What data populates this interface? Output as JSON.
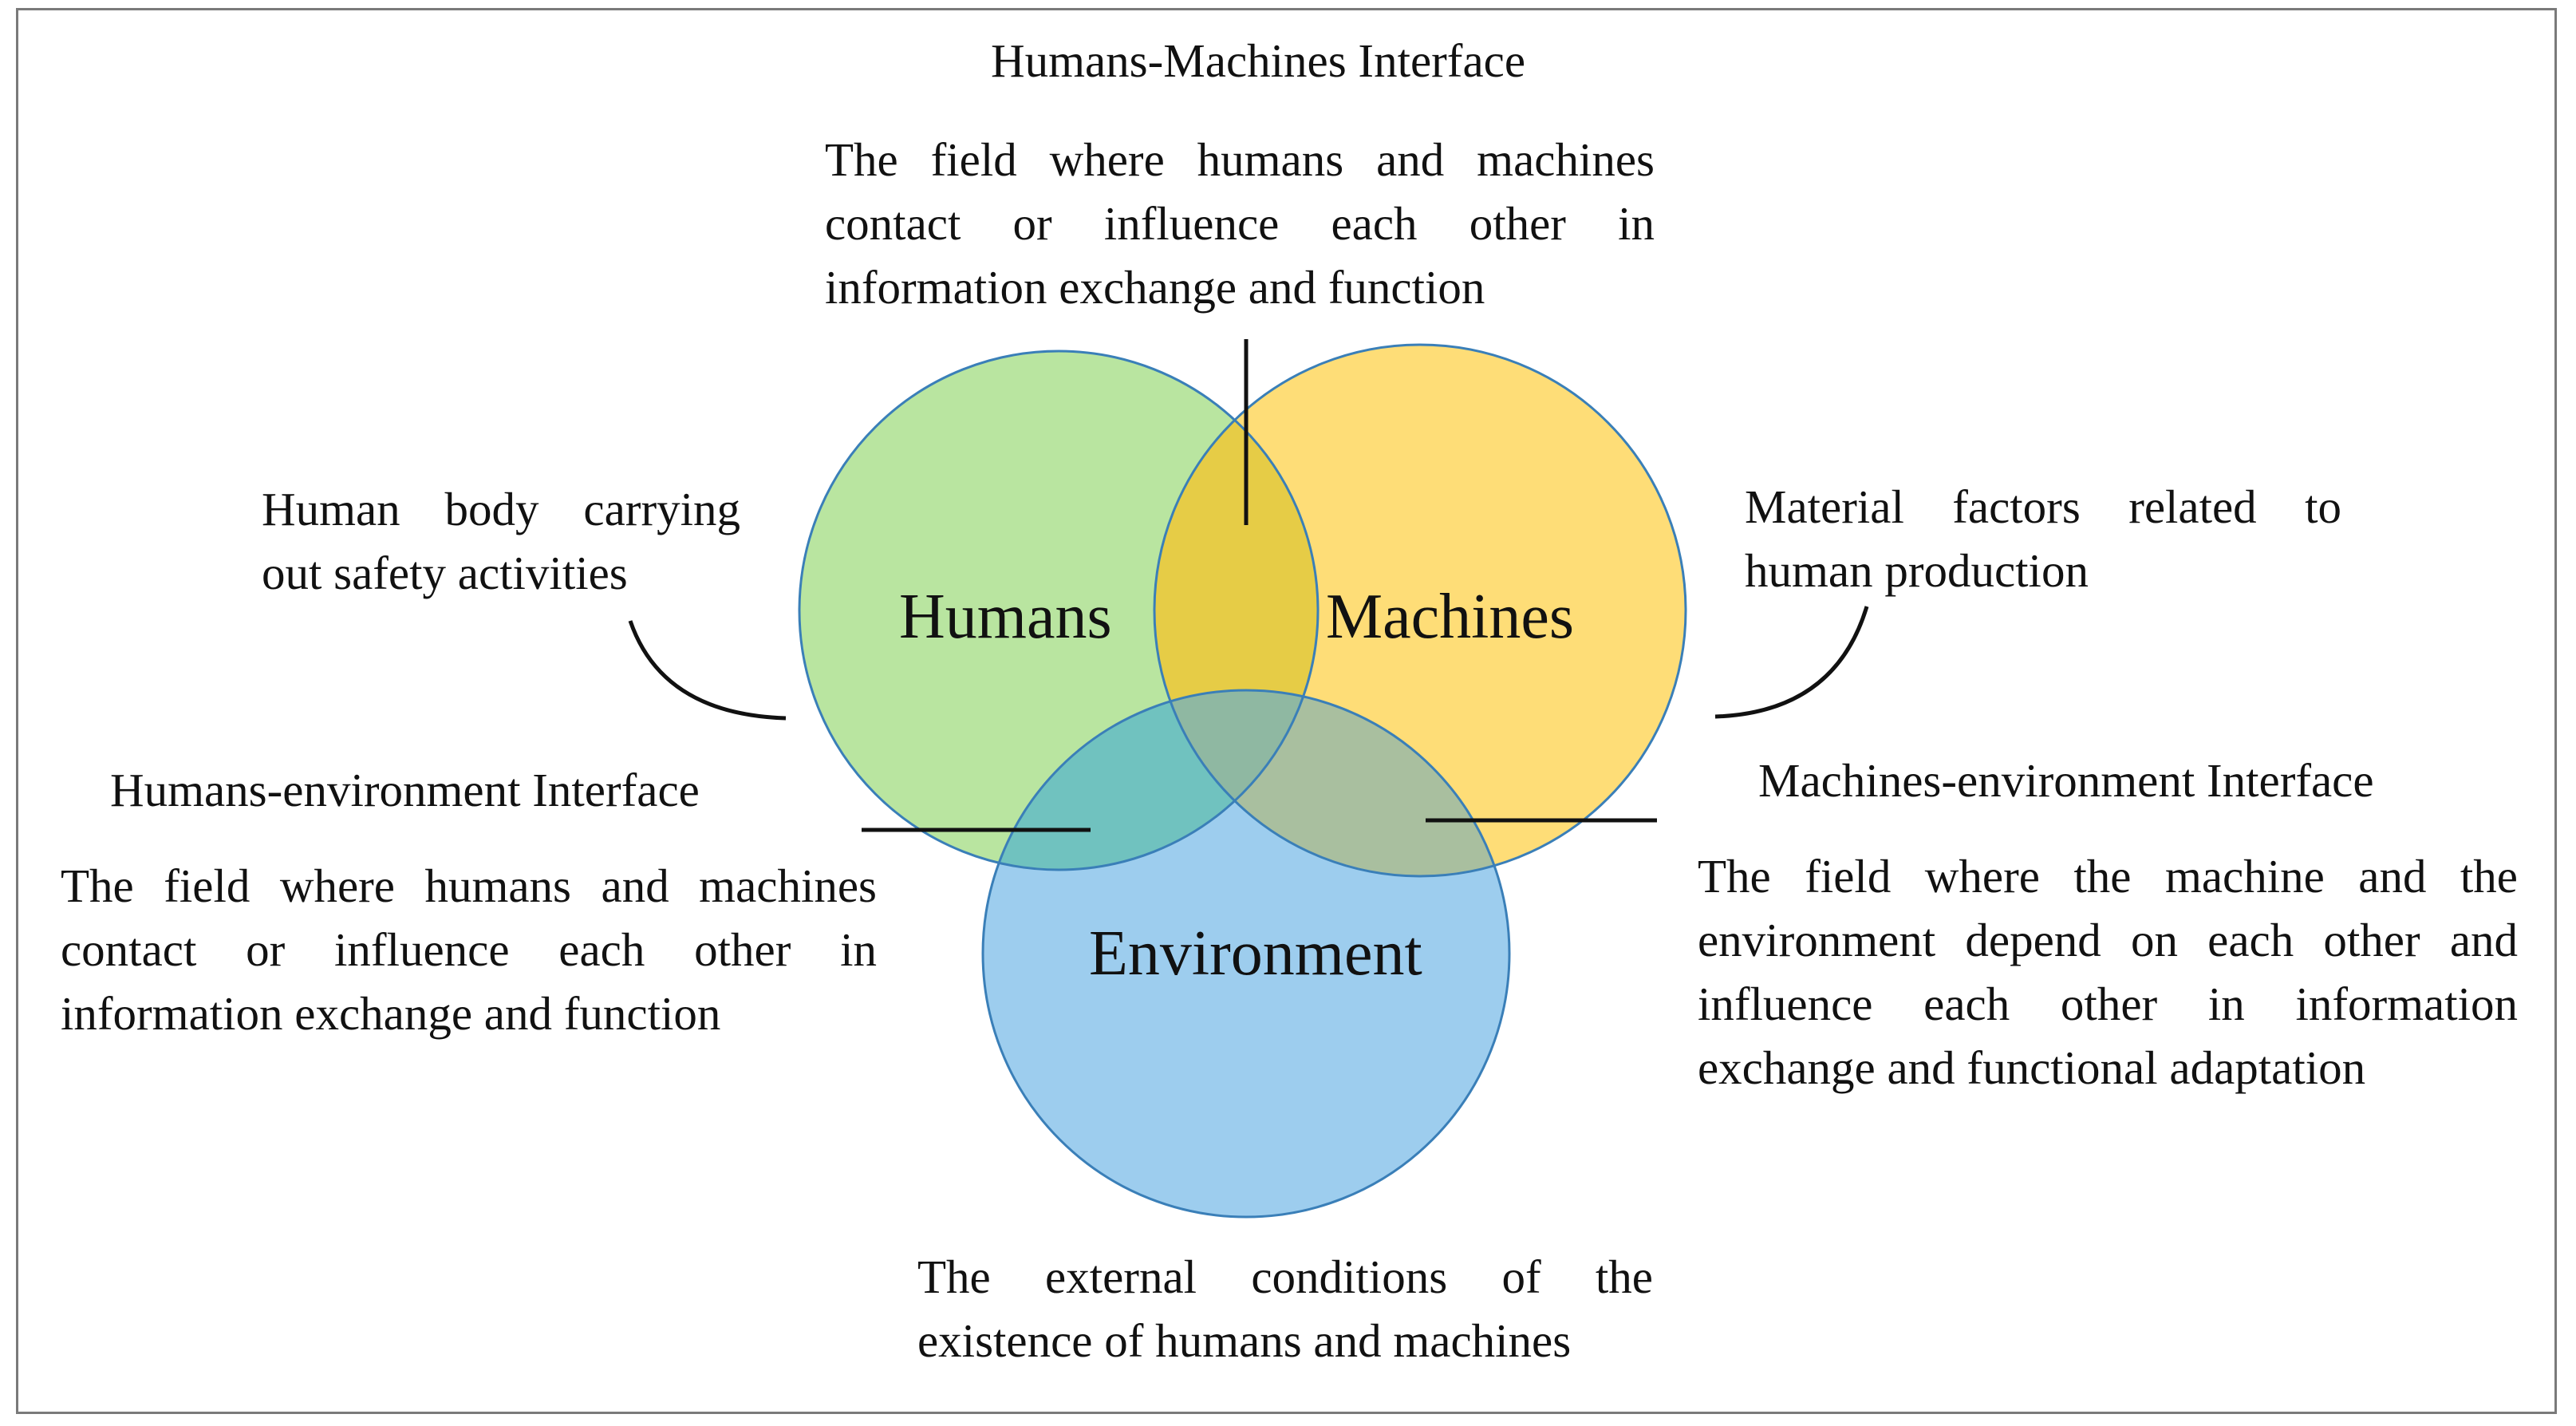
{
  "figure": {
    "circles": [
      {
        "id": "humans",
        "label": "Humans",
        "color": "#b9e5a0",
        "stroke": "#3a7fb8"
      },
      {
        "id": "machines",
        "label": "Machines",
        "color": "#fedd77",
        "stroke": "#3a7fb8"
      },
      {
        "id": "environment",
        "label": "Environment",
        "color": "#9dcdee",
        "stroke": "#3a7fb8"
      }
    ],
    "overlap_colors": {
      "humans_machines": "#e6cc46",
      "humans_environment": "#70c2bf",
      "machines_environment": "#a9bf9f",
      "all_three": "#8fb8a2"
    }
  },
  "texts": {
    "hm_title": "Humans-Machines Interface",
    "hm_desc": [
      "The field where humans and machines",
      "contact or influence each other in",
      "information exchange and function"
    ],
    "humans_desc": [
      "Human body carrying",
      "out safety activities"
    ],
    "machines_desc": [
      "Material factors related to",
      "human production"
    ],
    "he_title": "Humans-environment Interface",
    "he_desc": [
      "The field where humans and machines",
      "contact or influence each other in",
      "information exchange and function"
    ],
    "me_title": "Machines-environment  Interface",
    "me_desc": [
      "The field where the machine and the",
      "environment depend on each other and",
      "influence each other in information",
      "exchange and functional adaptation"
    ],
    "env_desc": [
      "The external conditions of the",
      "existence of humans and machines"
    ]
  }
}
